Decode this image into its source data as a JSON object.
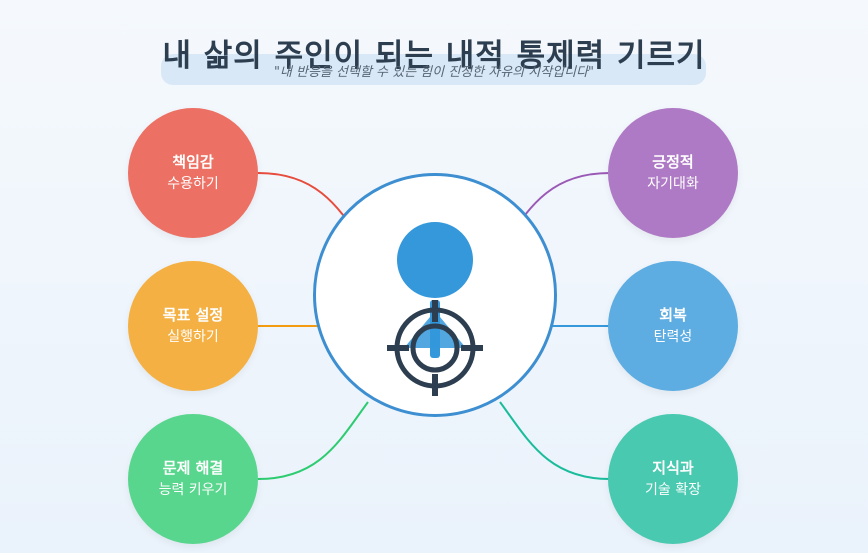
{
  "title": "내 삶의 주인이 되는 내적 통제력 기르기",
  "subtitle": "\"내 반응을 선택할 수 있는 힘이 진정한 자유의 시작입니다\"",
  "center": {
    "icon": "person-target-icon",
    "color": "#3498db"
  },
  "nodes": [
    {
      "id": "responsibility",
      "line1": "책임감",
      "line2": "수용하기",
      "color": "#ec7063"
    },
    {
      "id": "goal",
      "line1": "목표 설정",
      "line2": "실행하기",
      "color": "#f4b042"
    },
    {
      "id": "problem",
      "line1": "문제 해결",
      "line2": "능력 키우기",
      "color": "#58d68d"
    },
    {
      "id": "selftalk",
      "line1": "긍정적",
      "line2": "자기대화",
      "color": "#af7ac5"
    },
    {
      "id": "resilience",
      "line1": "회복",
      "line2": "탄력성",
      "color": "#5dade2"
    },
    {
      "id": "knowledge",
      "line1": "지식과",
      "line2": "기술 확장",
      "color": "#48c9b0"
    }
  ],
  "connector_colors": [
    "#e74c3c",
    "#f39c12",
    "#2ecc71",
    "#9b59b6",
    "#3498db",
    "#1abc9c"
  ]
}
